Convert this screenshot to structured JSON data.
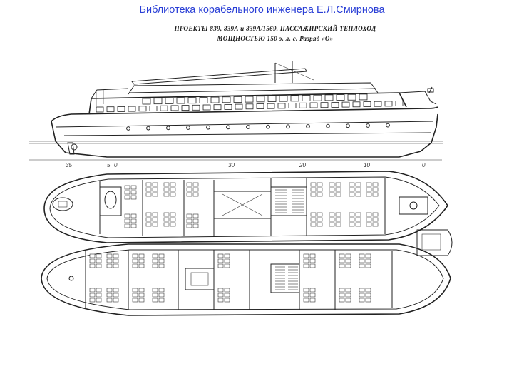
{
  "header": {
    "title": "Библиотека корабельного инженера Е.Л.Смирнова",
    "color": "#2a3fd6"
  },
  "drawing": {
    "line1": "ПРОЕКТЫ 839, 839А и 839А/1569. ПАССАЖИРСКИЙ ТЕПЛОХОД",
    "line2": "МОЩНОСТЬЮ 150 э. л. с. Разряд «О»",
    "frame_marks": [
      "35",
      "5",
      "0",
      "30",
      "20",
      "10",
      "0"
    ]
  }
}
